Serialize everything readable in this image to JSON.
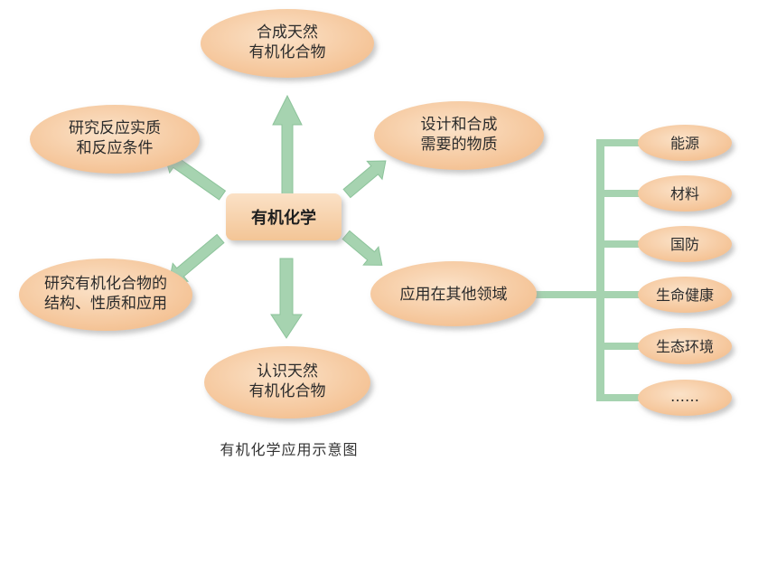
{
  "diagram": {
    "center": "有机化学",
    "nodes": {
      "top": [
        "合成天然",
        "有机化合物"
      ],
      "upper_left": [
        "研究反应实质",
        "和反应条件"
      ],
      "upper_right": [
        "设计和合成",
        "需要的物质"
      ],
      "lower_left": [
        "研究有机化合物的",
        "结构、性质和应用"
      ],
      "bottom": [
        "认识天然",
        "有机化合物"
      ],
      "right": [
        "应用在其他领域"
      ]
    },
    "fields": [
      "能源",
      "材料",
      "国防",
      "生命健康",
      "生态环境",
      "……"
    ],
    "caption": "有机化学应用示意图"
  },
  "colors": {
    "node_fill": "#f6c9a0",
    "center_fill": "#f8d6b4",
    "arrow": "#a6d3b0",
    "connector": "#a6d3b0"
  }
}
